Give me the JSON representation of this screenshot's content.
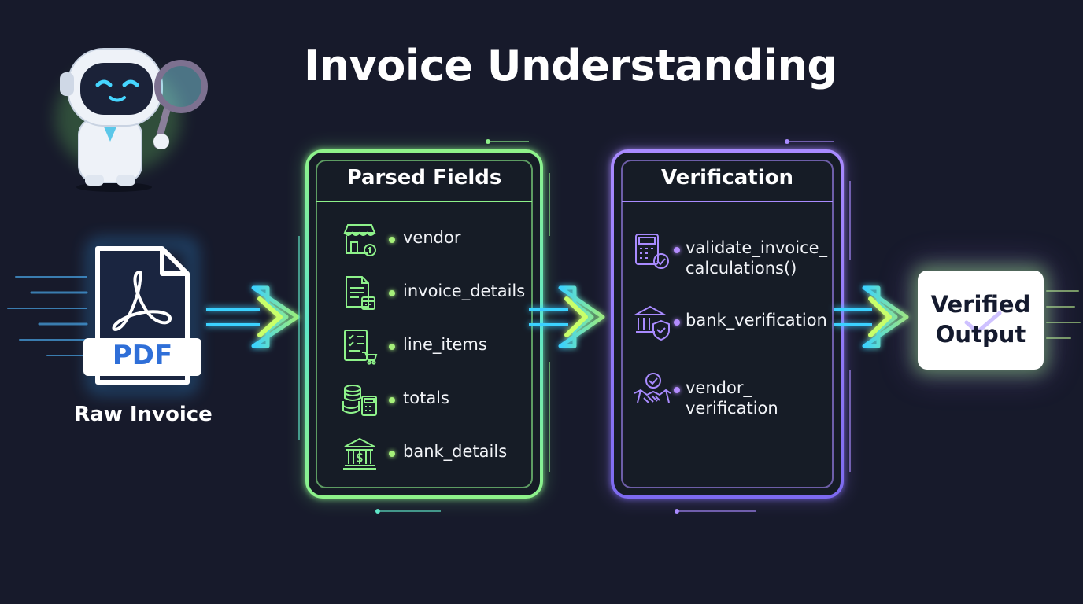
{
  "title": "Invoice Understanding",
  "raw_invoice": {
    "label": "Raw Invoice",
    "file_type": "PDF",
    "icon": "pdf-document-icon"
  },
  "parsed_fields": {
    "title": "Parsed Fields",
    "accent": "#8ef28a",
    "items": [
      {
        "label": "vendor",
        "icon": "storefront-icon"
      },
      {
        "label": "invoice_details",
        "icon": "document-calendar-icon"
      },
      {
        "label": "line_items",
        "icon": "checklist-cart-icon"
      },
      {
        "label": "totals",
        "icon": "coins-calculator-icon"
      },
      {
        "label": "bank_details",
        "icon": "bank-icon"
      }
    ]
  },
  "verification": {
    "title": "Verification",
    "accent": "#9d7bff",
    "items": [
      {
        "label": "validate_invoice_ calculations()",
        "icon": "calculator-check-icon"
      },
      {
        "label": "bank_verification",
        "icon": "bank-shield-icon"
      },
      {
        "label": "vendor_ verification",
        "icon": "handshake-check-icon"
      }
    ]
  },
  "output": {
    "label": "Verified Output",
    "icon": "checkmark-icon"
  },
  "mascot": {
    "icon": "robot-magnifier-icon"
  }
}
